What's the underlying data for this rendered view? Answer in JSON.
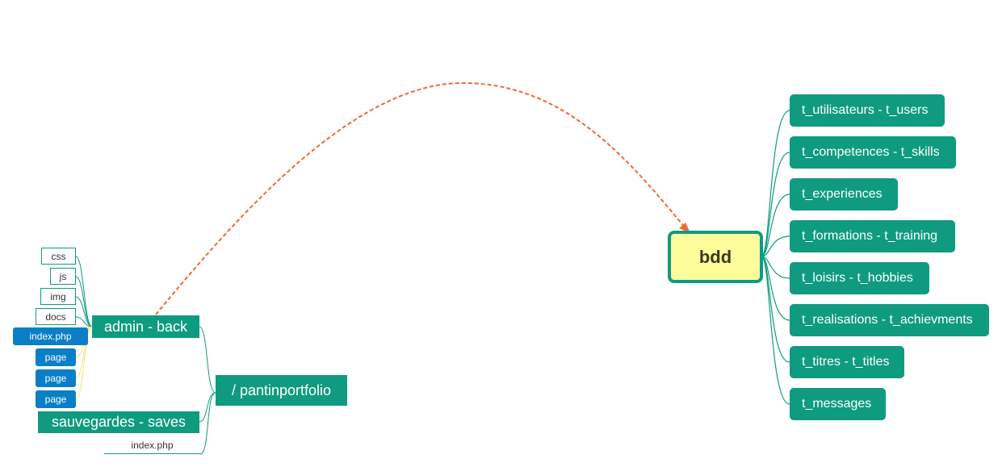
{
  "root": {
    "label": "/ pantinportfolio"
  },
  "admin": {
    "label": "admin - back",
    "folders": [
      "css",
      "js",
      "img",
      "docs"
    ],
    "index_file": "index.php",
    "pages": [
      "page",
      "page",
      "page"
    ]
  },
  "saves": {
    "label": "sauvegardes - saves"
  },
  "root_index": {
    "label": "index.php"
  },
  "database": {
    "label": "bdd",
    "tables": [
      "t_utilisateurs - t_users",
      "t_competences - t_skills",
      "t_experiences",
      "t_formations - t_training",
      "t_loisirs - t_hobbies",
      "t_realisations - t_achievments",
      "t_titres - t_titles",
      "t_messages"
    ]
  },
  "colors": {
    "branch": "#0f9b80",
    "file_blue": "#0a7fc7",
    "database_fill": "#fdfd9c",
    "relation_arrow": "#f06a35",
    "file_link": "#f5e37a"
  }
}
